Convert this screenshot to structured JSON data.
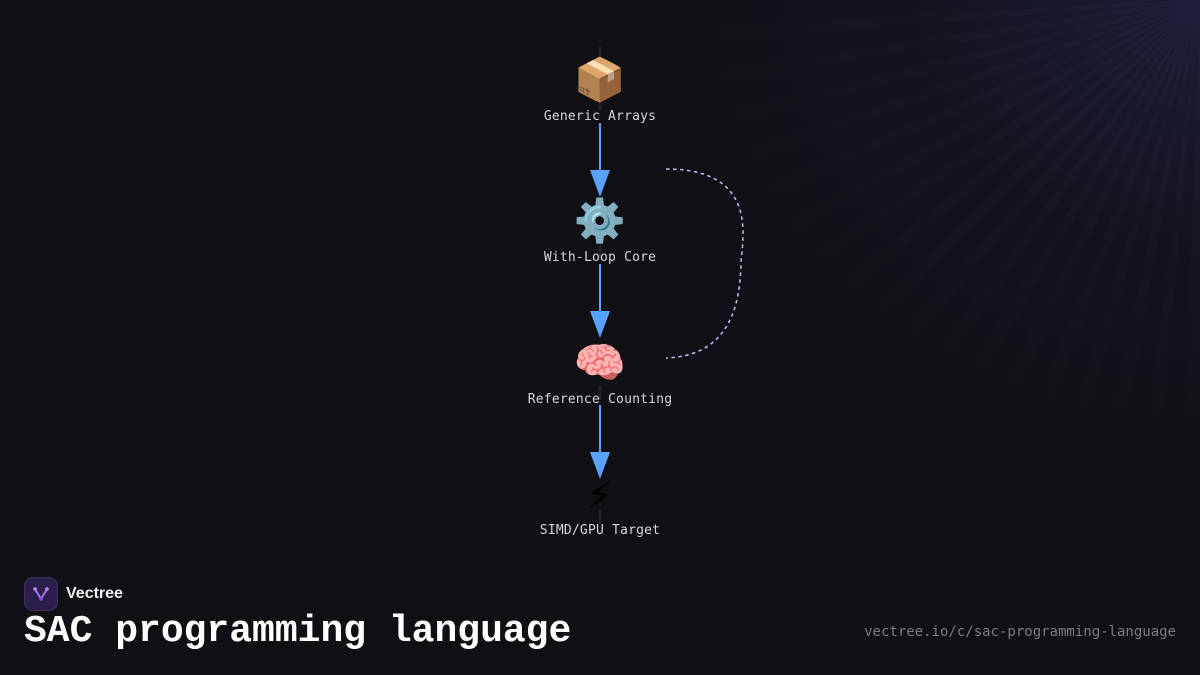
{
  "diagram": {
    "nodes": [
      {
        "id": "generic-arrays",
        "icon": "package-icon",
        "emoji": "📦",
        "label": "Generic Arrays"
      },
      {
        "id": "with-loop-core",
        "icon": "gear-icon",
        "emoji": "⚙️",
        "label": "With-Loop Core"
      },
      {
        "id": "reference-counting",
        "icon": "brain-icon",
        "emoji": "🧠",
        "label": "Reference Counting"
      },
      {
        "id": "simd-gpu-target",
        "icon": "lightning-icon",
        "emoji": "⚡",
        "label": "SIMD/GPU Target"
      }
    ],
    "edges": [
      {
        "from": "generic-arrays",
        "to": "with-loop-core",
        "style": "solid"
      },
      {
        "from": "with-loop-core",
        "to": "reference-counting",
        "style": "solid"
      },
      {
        "from": "reference-counting",
        "to": "simd-gpu-target",
        "style": "solid"
      },
      {
        "from": "with-loop-core",
        "to": "reference-counting",
        "style": "dashed-curve"
      }
    ]
  },
  "brand": {
    "name": "Vectree",
    "icon": "vectree-logo-icon"
  },
  "title": "SAC programming language",
  "url": "vectree.io/c/sac-programming-language",
  "colors": {
    "background": "#0f0f14",
    "arrow": "#5aa2ff",
    "dashed": "#c4b0f0",
    "text": "#d6d6de",
    "url": "#7b7b86"
  }
}
